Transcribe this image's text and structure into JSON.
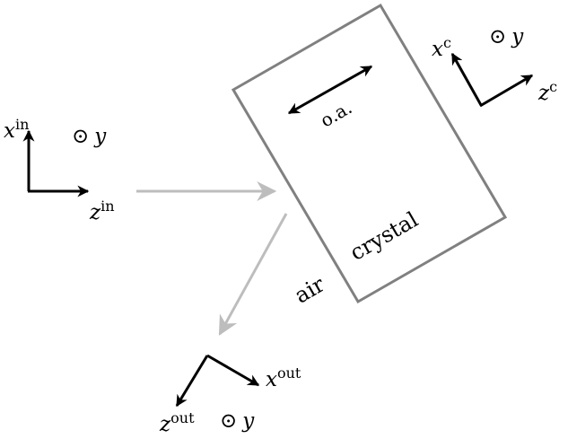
{
  "labels": {
    "crystal": "crystal",
    "air": "air",
    "optic_axis": "o.a.",
    "dot_symbol": "⊙",
    "in_frame": {
      "x": "x",
      "x_sup": "in",
      "z": "z",
      "z_sup": "in",
      "y": "y"
    },
    "crystal_frame": {
      "x": "x",
      "x_sup": "c",
      "z": "z",
      "z_sup": "c",
      "y": "y"
    },
    "out_frame": {
      "x": "x",
      "x_sup": "out",
      "z": "z",
      "z_sup": "out",
      "y": "y"
    }
  },
  "colors": {
    "axis": "#000000",
    "crystal_outline": "#808080",
    "beam": "#bdbdbd"
  }
}
